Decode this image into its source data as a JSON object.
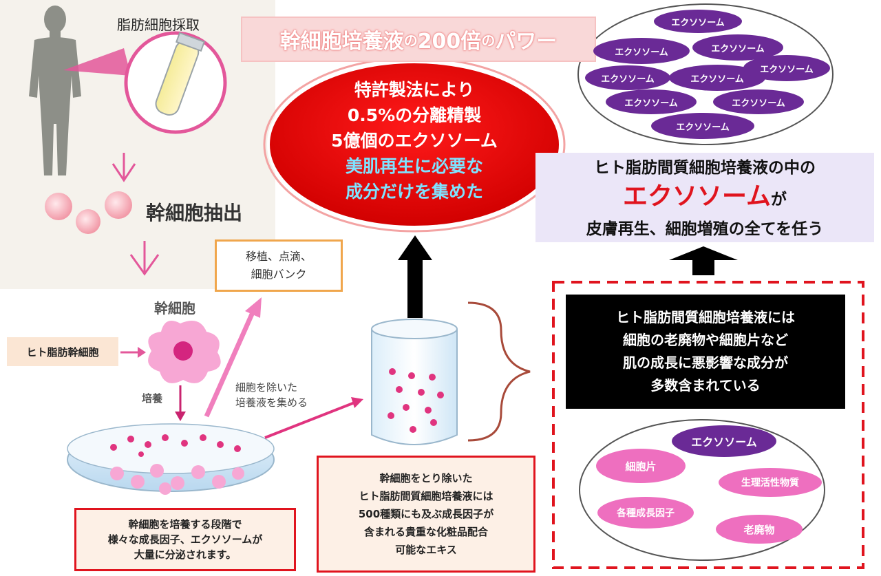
{
  "left": {
    "fat_extraction": "脂肪細胞採取",
    "stem_extraction": "幹細胞抽出",
    "stem_cell": "幹細胞",
    "human_fat_stem": "ヒト脂肪幹細胞",
    "culture": "培養",
    "collect_medium": [
      "細胞を除いた",
      "培養液を集める"
    ],
    "transplant": [
      "移植、点滴、",
      "細胞バンク"
    ],
    "culture_note": [
      "幹細胞を培養する段階で",
      "様々な成長因子、エクソソームが",
      "大量に分泌されます。"
    ]
  },
  "middle": {
    "banner": {
      "part1": "幹細胞培養液",
      "part2": "の",
      "part3": "200倍",
      "part4": "の",
      "part5": "パワー"
    },
    "red_circle": {
      "line1": "特許製法により",
      "line2": "0.5%の分離精製",
      "line3": "5億個のエクソソーム",
      "line4": "美肌再生に必要な",
      "line5": "成分だけを集めた"
    },
    "extract_note": [
      "幹細胞をとり除いた",
      "ヒト脂肪間質細胞培養液には",
      "500種類にも及ぶ成長因子が",
      "含まれる貴重な化粧品配合",
      "可能なエキス"
    ]
  },
  "right": {
    "exosome_label": "エクソソーム",
    "top_ellipse_count": 9,
    "headline": {
      "line1": "ヒト脂肪間質細胞培養液の中の",
      "highlight": "エクソソーム",
      "highlight_suffix": "が",
      "line3": "皮膚再生、細胞増殖の全てを任う"
    },
    "black_box": [
      "ヒト脂肪間質細胞培養液には",
      "細胞の老廃物や細胞片など",
      "肌の成長に悪影響な成分が",
      "多数含まれている"
    ],
    "bottom_items": {
      "exosome": "エクソソーム",
      "fragment": "細胞片",
      "bioactive": "生理活性物質",
      "growth": "各種成長因子",
      "waste": "老廃物"
    }
  },
  "colors": {
    "red": "#e0141e",
    "purple": "#6a2a96",
    "pink": "#ee6fbf",
    "highlight_blue": "#7fe3ff"
  }
}
